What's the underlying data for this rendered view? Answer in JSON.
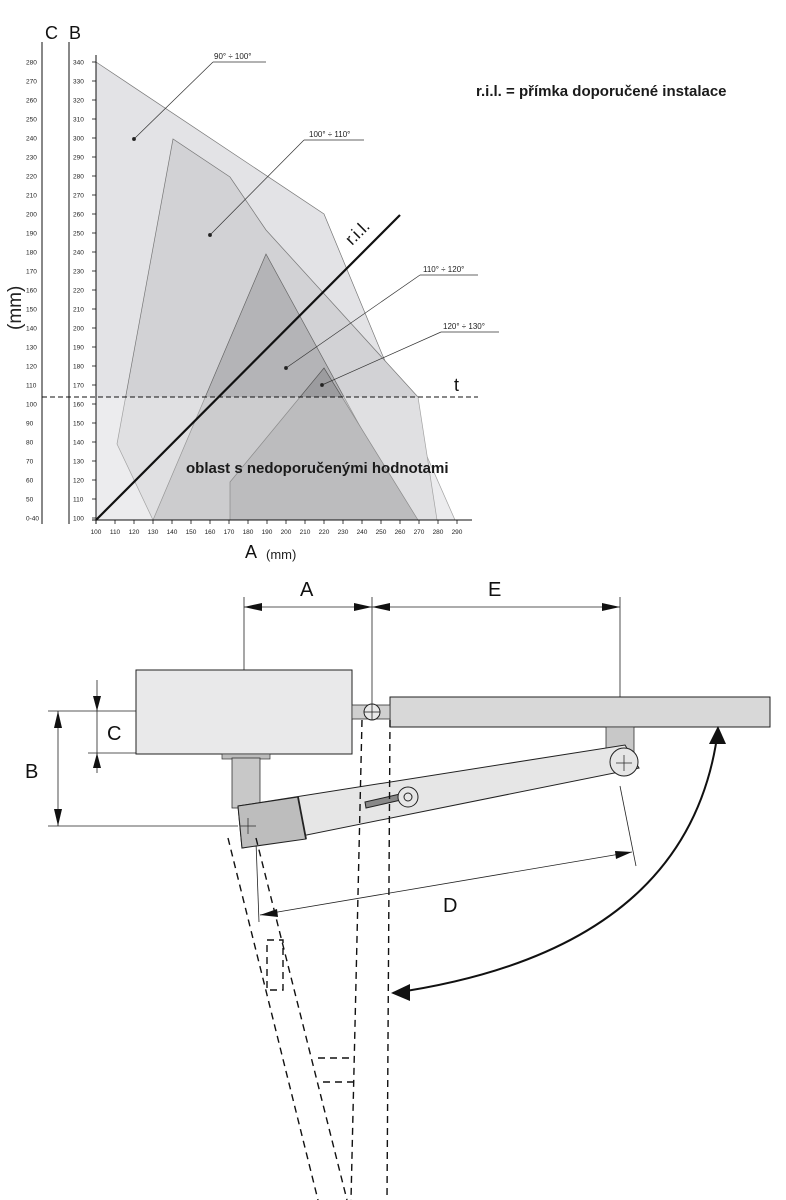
{
  "legend_note": "r.i.l. = přímka doporučené instalace",
  "axis_unit_vertical": "(mm)",
  "col_c_header": "C",
  "col_b_header": "B",
  "x_axis_letter": "A",
  "x_axis_unit": "(mm)",
  "c_ticks": [
    "280",
    "270",
    "260",
    "250",
    "240",
    "230",
    "220",
    "210",
    "200",
    "190",
    "180",
    "170",
    "160",
    "150",
    "140",
    "130",
    "120",
    "110",
    "100",
    "90",
    "80",
    "70",
    "60",
    "50",
    "0-40"
  ],
  "b_ticks": [
    "340",
    "330",
    "320",
    "310",
    "300",
    "290",
    "280",
    "270",
    "260",
    "250",
    "240",
    "230",
    "220",
    "210",
    "200",
    "190",
    "180",
    "170",
    "160",
    "150",
    "140",
    "130",
    "120",
    "110",
    "100"
  ],
  "a_ticks": [
    "100",
    "110",
    "120",
    "130",
    "140",
    "150",
    "160",
    "170",
    "180",
    "190",
    "200",
    "210",
    "220",
    "230",
    "240",
    "250",
    "260",
    "270",
    "280",
    "290"
  ],
  "ranges": [
    {
      "label": "90° ÷ 100°"
    },
    {
      "label": "100° ÷ 110°"
    },
    {
      "label": "110° ÷ 120°"
    },
    {
      "label": "120° ÷ 130°"
    }
  ],
  "ril_label": "r.i.l.",
  "t_label": "t",
  "not_recommended": "oblast s nedoporučenými hodnotami",
  "dims": {
    "a": "A",
    "e": "E",
    "b": "B",
    "c": "C",
    "d": "D"
  },
  "colors": {
    "zone1": "#e3e3e6",
    "zone2": "#c9c9cc",
    "zone3": "#a9a9ac",
    "zone4": "#8f8f92",
    "line": "#111111"
  }
}
